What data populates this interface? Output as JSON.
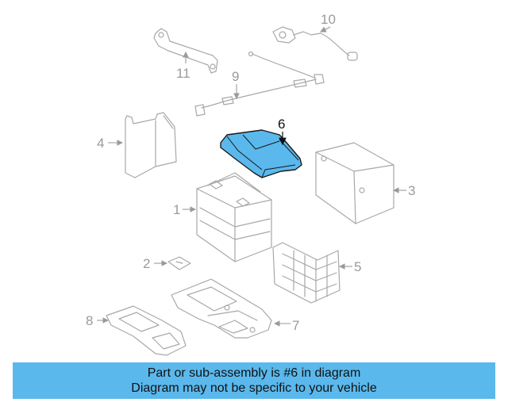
{
  "diagram": {
    "callouts": {
      "c1": "1",
      "c2": "2",
      "c3": "3",
      "c4": "4",
      "c5": "5",
      "c6": "6",
      "c7": "7",
      "c8": "8",
      "c9": "9",
      "c10": "10",
      "c11": "11"
    },
    "highlight_color": "#5ab8ec",
    "highlighted_part": "6"
  },
  "banner": {
    "line1": "Part or sub-assembly is #6 in diagram",
    "line2": "Diagram may not be specific to your vehicle",
    "background": "#5ab8ec"
  }
}
